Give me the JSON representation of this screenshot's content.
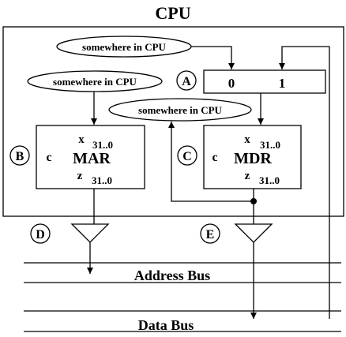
{
  "title": "CPU",
  "ovals": {
    "oval1": "somewhere in CPU",
    "oval2": "somewhere in CPU",
    "oval3": "somewhere in CPU"
  },
  "mux": {
    "input0": "0",
    "input1": "1"
  },
  "circle_labels": {
    "a": "A",
    "b": "B",
    "c": "C",
    "d": "D",
    "e": "E"
  },
  "mar": {
    "name": "MAR",
    "c": "c",
    "x": "x",
    "z": "z",
    "range": "31..0"
  },
  "mdr": {
    "name": "MDR",
    "c": "c",
    "x": "x",
    "z": "z",
    "range": "31..0"
  },
  "buses": {
    "address": "Address Bus",
    "data": "Data Bus"
  }
}
